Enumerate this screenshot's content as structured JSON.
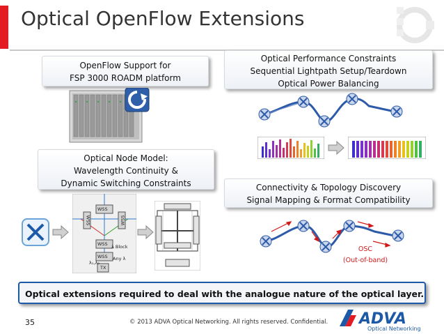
{
  "slide": {
    "title": "Optical OpenFlow Extensions",
    "page_number": "35",
    "copyright": "© 2013 ADVA Optical Networking. All rights reserved. Confidential."
  },
  "boxes": {
    "openflow": {
      "lines": [
        "OpenFlow Support  for",
        "FSP 3000 ROADM platform"
      ]
    },
    "performance": {
      "lines": [
        "Optical Performance Constraints",
        "Sequential Lightpath Setup/Teardown",
        "Optical Power Balancing"
      ]
    },
    "node_model": {
      "lines": [
        "Optical Node Model:",
        "Wavelength Continuity &",
        "Dynamic Switching Constraints"
      ]
    },
    "connectivity": {
      "lines": [
        "Connectivity & Topology Discovery",
        "Signal Mapping & Format Compatibility"
      ]
    }
  },
  "diagram": {
    "wss_label": "WSS",
    "block_label": "λ Block",
    "any_label": "Any λ",
    "lambda_label": "λ₁,λ₂",
    "tx_label": "TX"
  },
  "osc": {
    "line1": "OSC",
    "line2": "(Out-of-band)"
  },
  "banner": {
    "text": "Optical extensions required to deal with the analogue nature of the optical layer."
  },
  "logo": {
    "brand": "ADVA",
    "tagline": "Optical Networking"
  },
  "colors": {
    "accent_red": "#e31b23",
    "adva_blue": "#1c5aa8",
    "banner_border": "#1c5aa8"
  }
}
